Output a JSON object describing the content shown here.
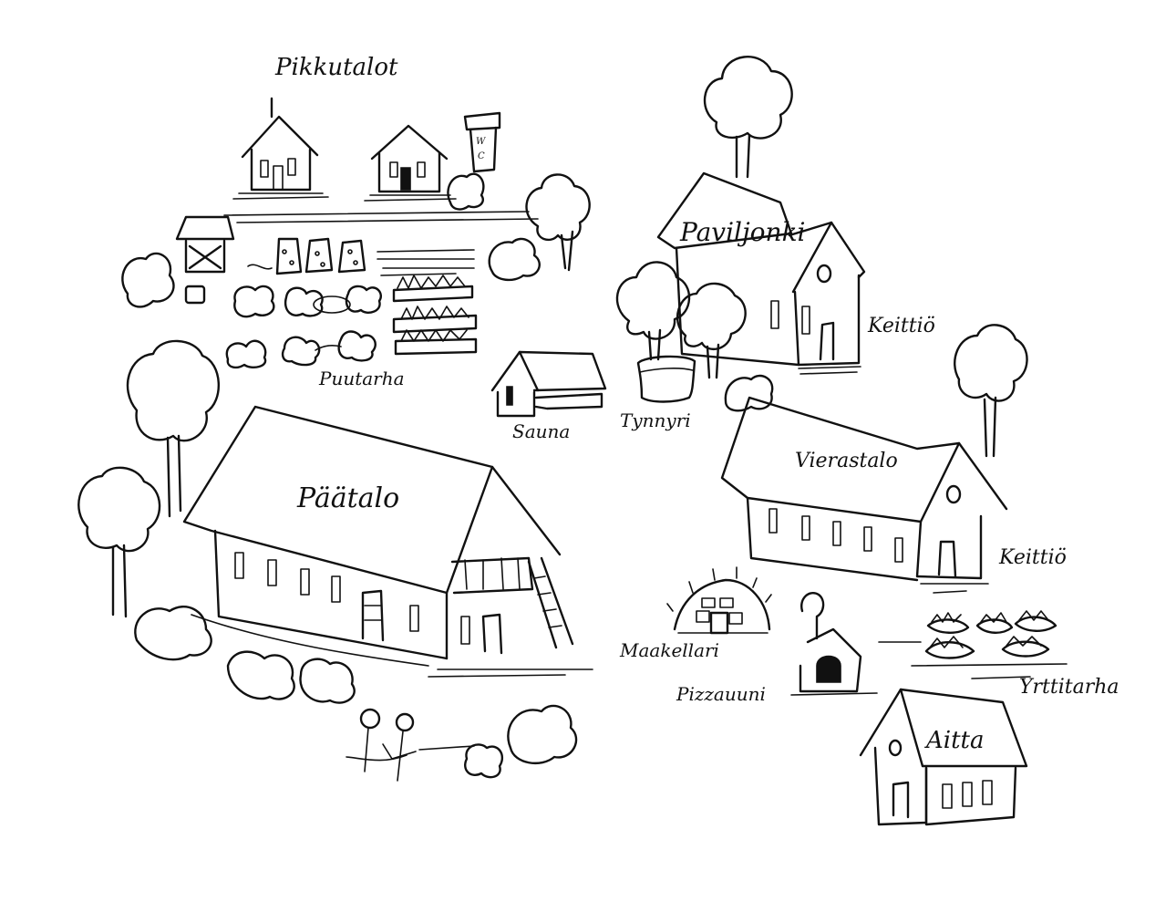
{
  "labels": {
    "pikkutalot": "Pikkutalot",
    "puutarha": "Puutarha",
    "sauna": "Sauna",
    "tynnyri": "Tynnyri",
    "paviljonki": "Paviljonki",
    "keittio_paviljonki": "Keittiö",
    "vierastalo": "Vierastalo",
    "keittio_vierastalo": "Keittiö",
    "paatalo": "Päätalo",
    "maakellari": "Maakellari",
    "pizzauuni": "Pizzauuni",
    "yrttitarha": "Yrttitarha",
    "aitta": "Aitta",
    "wc": "WC"
  },
  "colors": {
    "ink": "#111111",
    "paper": "#ffffff"
  }
}
